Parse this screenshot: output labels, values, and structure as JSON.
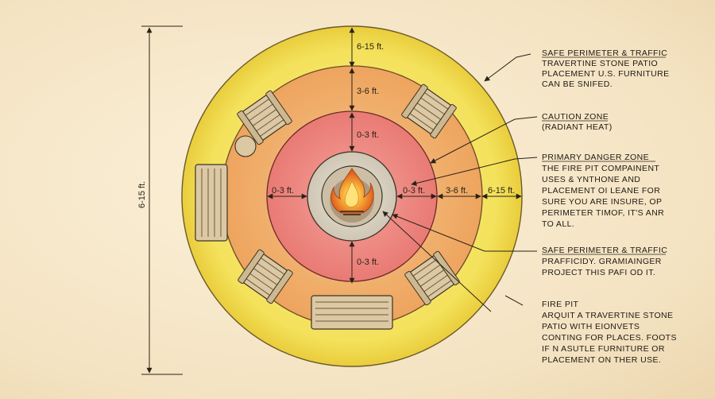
{
  "colors": {
    "paper": "#f6e8cc",
    "outer_zone": "#f3e05a",
    "middle_zone": "#f2b46e",
    "inner_zone": "#ee8a82",
    "stone_ring": "#d8d0c0",
    "fire": "#f59a2a",
    "furniture": "#d9c7a3",
    "ink": "#2a2218"
  },
  "dimensions": {
    "outer_top": "6-15 ft.",
    "middle_top": "3-6 ft.",
    "inner_top": "0-3 ft.",
    "inner_left": "0-3 ft.",
    "inner_right": "0-3 ft.",
    "middle_right": "3-6 ft.",
    "outer_right": "6-15 ft.",
    "inner_bottom": "0-3 ft.",
    "overall_left": "6-15 ft."
  },
  "notes": [
    {
      "heading": "SAFE PERIMETER & TRAFFIC",
      "lines": [
        "TRAVERTINE STONE PATIO",
        "PLACEMENT U.S. FURNITURE",
        "CAN BE SNIFED."
      ]
    },
    {
      "heading": "CAUTION ZONE",
      "lines": [
        "(RADIANT HEAT)"
      ]
    },
    {
      "heading": "PRIMARY DANGER ZONE",
      "lines": [
        "THE FIRE PIT COMPAINENT",
        "USES & YNTHONE AND",
        "PLACEMENT OI LEANE FOR",
        "SURE YOU ARE INSURE, OP",
        "PERIMETER TIMOF, IT'S ANR",
        "TO ALL."
      ]
    },
    {
      "heading": "SAFE PERIMETER & TRAFFIC",
      "lines": [
        "PRAFFICIDY. GRAMIAINGER",
        "PROJECT THIS PAFI OD IT."
      ]
    },
    {
      "heading": "FIRE PIT",
      "lines": [
        "ARQUIT A TRAVERTINE STONE",
        "PATIO WITH EIONVETS",
        "CONTING FOR PLACES. FOOTS",
        "IF N ASUTLE FURNITURE OR",
        "PLACEMENT ON THER USE."
      ]
    }
  ]
}
